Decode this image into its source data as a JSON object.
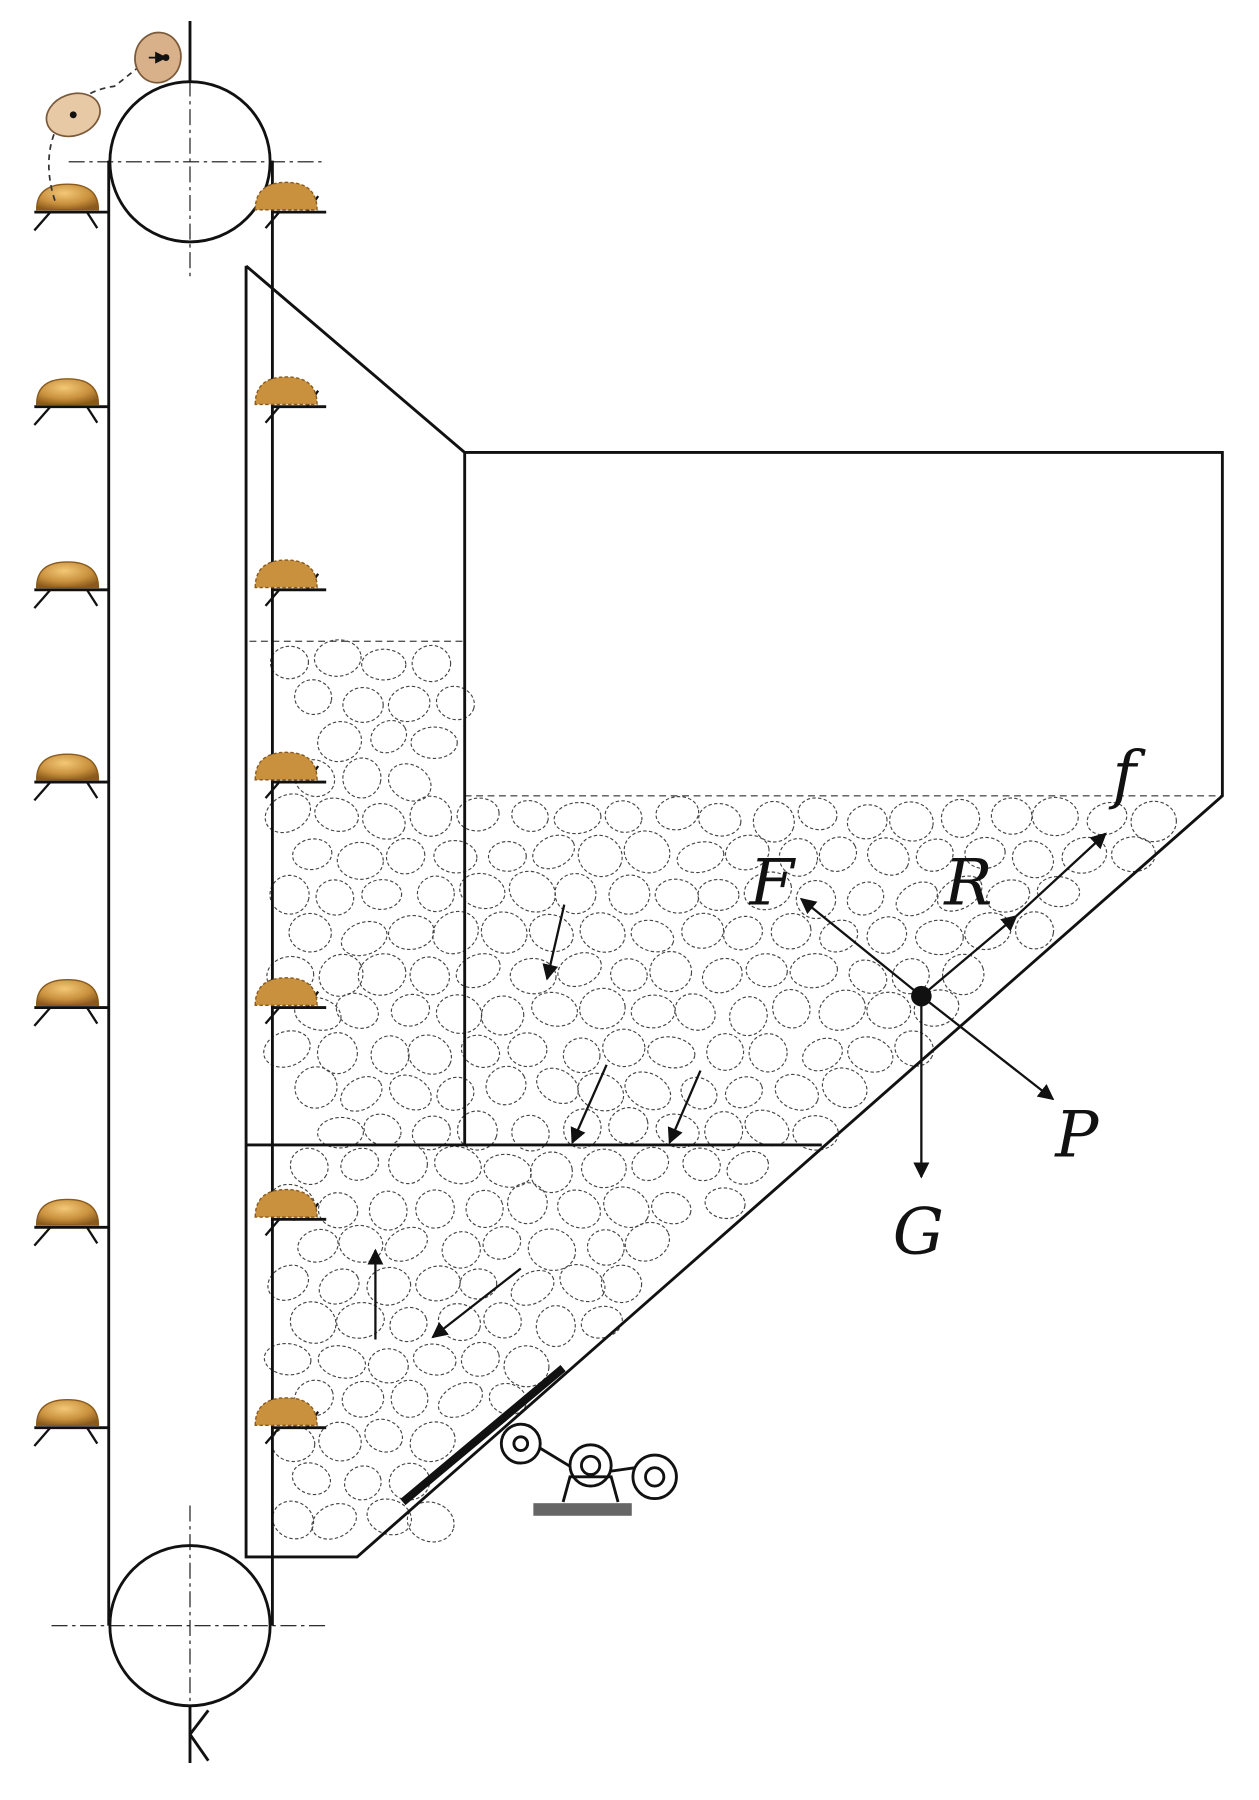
{
  "diagram": {
    "force_labels": {
      "F": "F",
      "R": "R",
      "f": "f",
      "P": "P",
      "G": "G"
    }
  },
  "colors": {
    "line": "#111111",
    "potato_fill": "#c9913e",
    "potato_highlight": "#e7b866",
    "potato_dark": "#8a5a1c",
    "potato_tossed": "#e8c9a6",
    "ground": "#666666"
  }
}
